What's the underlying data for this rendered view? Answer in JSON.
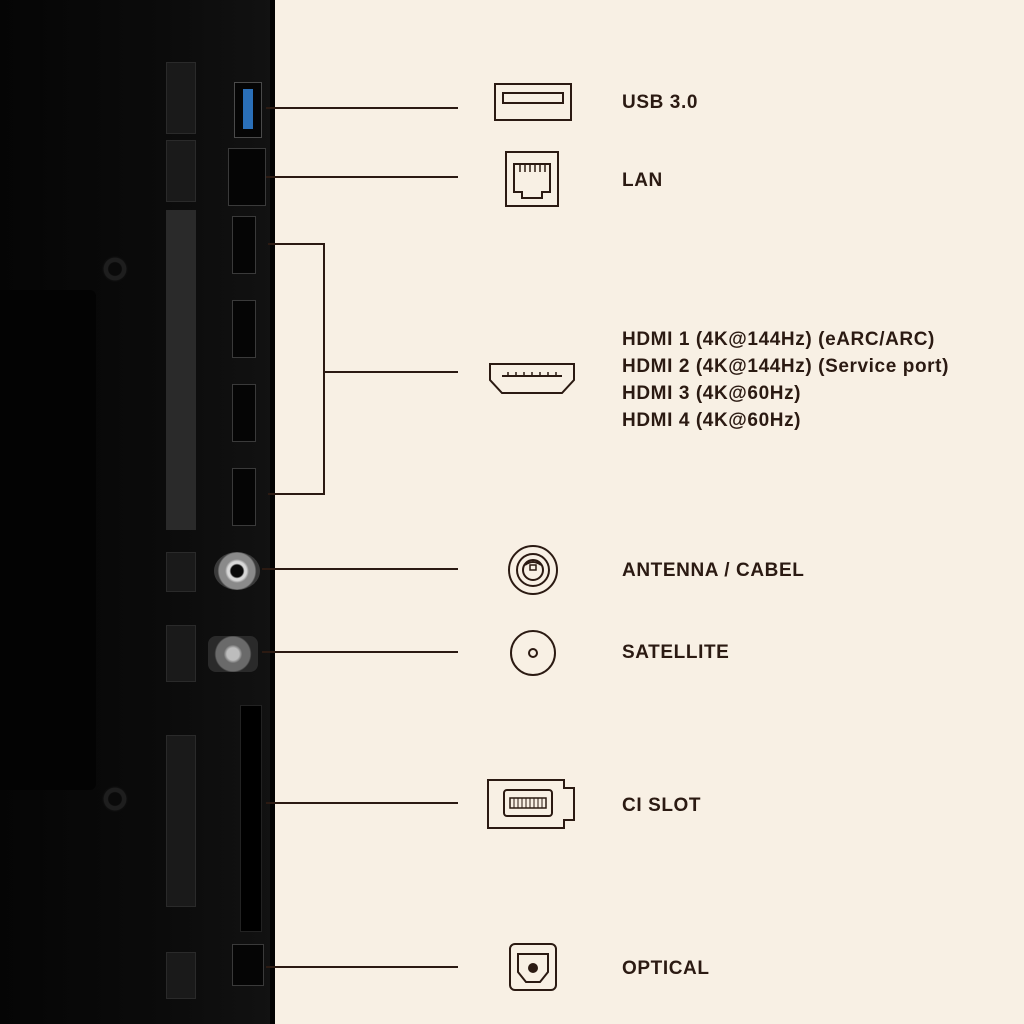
{
  "colors": {
    "background": "#f8f0e4",
    "panel": "#0b0b0b",
    "line": "#2b1a12",
    "text": "#2b1a12"
  },
  "connectors": [
    {
      "id": "usb",
      "icon": "usb-icon",
      "labels": [
        "USB 3.0"
      ]
    },
    {
      "id": "lan",
      "icon": "lan-icon",
      "labels": [
        "LAN"
      ]
    },
    {
      "id": "hdmi",
      "icon": "hdmi-icon",
      "labels": [
        "HDMI 1 (4K@144Hz) (eARC/ARC)",
        "HDMI 2 (4K@144Hz) (Service port)",
        "HDMI 3 (4K@60Hz)",
        "HDMI 4 (4K@60Hz)"
      ]
    },
    {
      "id": "antenna",
      "icon": "antenna-icon",
      "labels": [
        "ANTENNA / CABEL"
      ]
    },
    {
      "id": "satellite",
      "icon": "satellite-icon",
      "labels": [
        "SATELLITE"
      ]
    },
    {
      "id": "ci",
      "icon": "ci-slot-icon",
      "labels": [
        "CI SLOT"
      ]
    },
    {
      "id": "optical",
      "icon": "optical-icon",
      "labels": [
        "OPTICAL"
      ]
    }
  ]
}
